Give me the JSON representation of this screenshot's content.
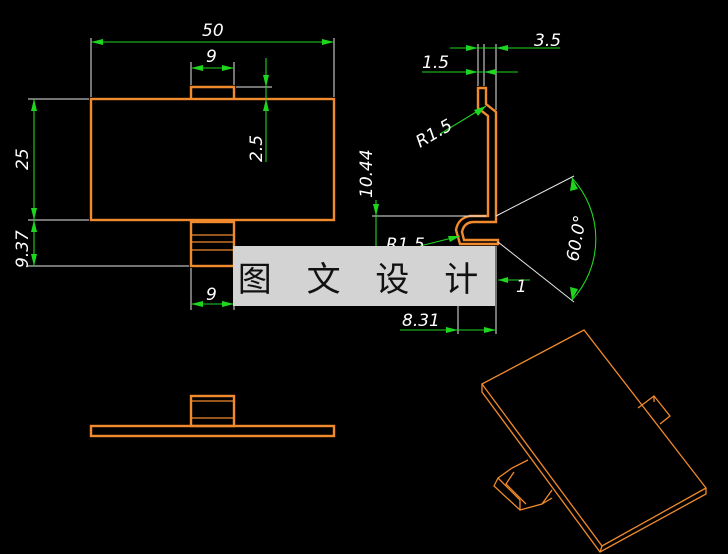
{
  "dimensions": {
    "top_width": "50",
    "tab_width_top": "9",
    "tab_height": "2.5",
    "body_height": "25",
    "lower_height": "9.37",
    "tab_width_bottom": "9",
    "side_thickness": "1.5",
    "side_top_width": "3.5",
    "bend_radius_top": "R1.5",
    "side_height": "10.44",
    "bend_radius_bottom": "R1.5",
    "angle": "60.0°",
    "offset": "1",
    "foot_width": "8.31"
  },
  "watermark": "图 文 设 计"
}
